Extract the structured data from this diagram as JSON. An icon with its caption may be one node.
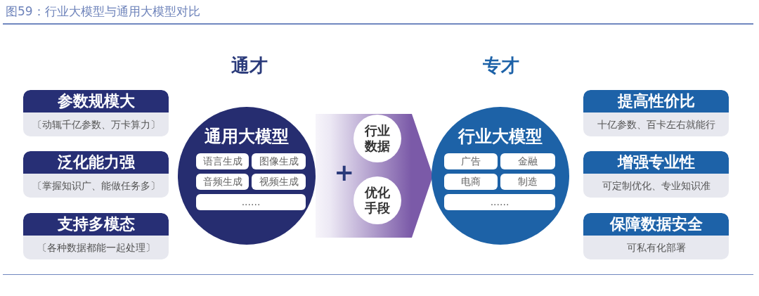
{
  "diagram": {
    "title": "图59：行业大模型与通用大模型对比",
    "nodes": [
      {
        "text": [
          "参数规模大",
          "〔动辄千亿参数、万卡算力〕"
        ]
      },
      {
        "text": [
          "泛化能力强",
          "〔掌握知识广、能做任务多〕"
        ]
      },
      {
        "text": [
          "支持多模态",
          "〔各种数据都能一起处理〕"
        ]
      },
      {
        "text": [
          "通用大模型"
        ]
      },
      {
        "text": [
          "语言生成"
        ],
        "in": 3
      },
      {
        "text": [
          "图像生成"
        ],
        "in": 3
      },
      {
        "text": [
          "音频生成"
        ],
        "in": 3
      },
      {
        "text": [
          "视频生成"
        ],
        "in": 3
      },
      {
        "text": [
          "......"
        ],
        "in": 3
      },
      {
        "text": [
          "行业数据"
        ]
      },
      {
        "text": [
          "优化手段"
        ]
      },
      {
        "text": [
          "行业大模型"
        ]
      },
      {
        "text": [
          "广告"
        ],
        "in": 11
      },
      {
        "text": [
          "金融"
        ],
        "in": 11
      },
      {
        "text": [
          "电商"
        ],
        "in": 11
      },
      {
        "text": [
          "制造"
        ],
        "in": 11
      },
      {
        "text": [
          "......"
        ],
        "in": 11
      },
      {
        "text": [
          "提高性价比",
          "十亿参数、百卡左右就能行"
        ]
      },
      {
        "text": [
          "增强专业性",
          "可定制优化、专业知识准"
        ]
      },
      {
        "text": [
          "保障数据安全",
          "可私有化部署"
        ]
      }
    ],
    "edges": [
      {
        "from": 3,
        "to": 11,
        "arrow": "to"
      }
    ],
    "labels": [
      "通才",
      "专才",
      "+"
    ]
  }
}
